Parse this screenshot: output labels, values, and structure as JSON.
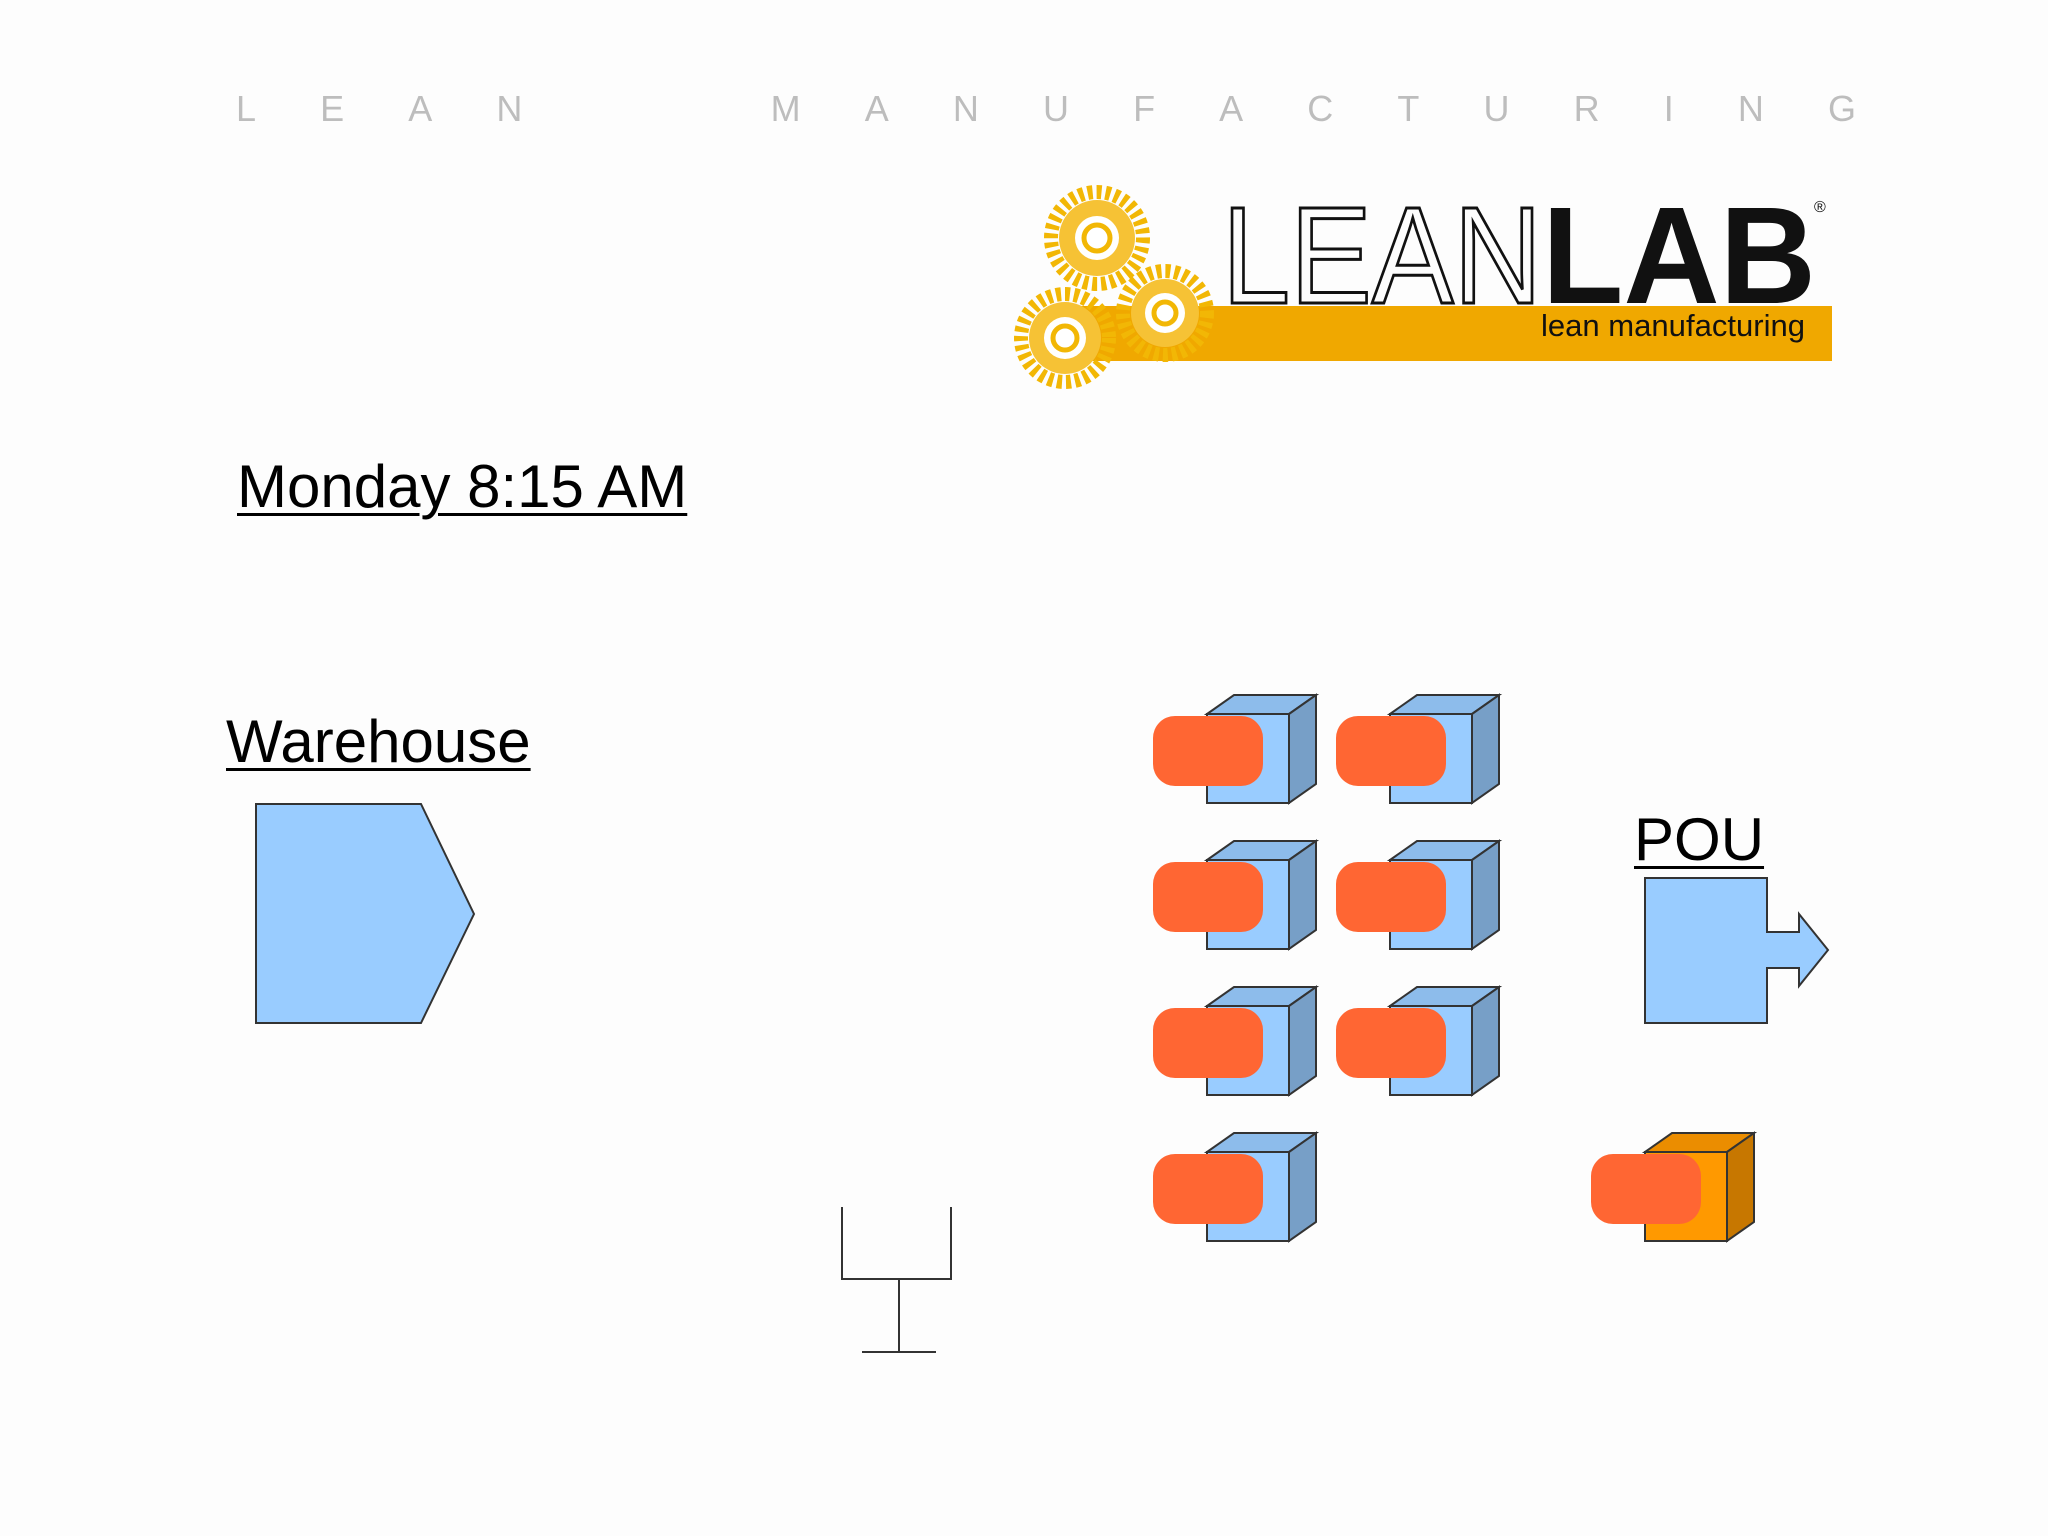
{
  "header": {
    "spaced_title_words": [
      [
        "L",
        "E",
        "A",
        "N"
      ],
      [
        "M",
        "A",
        "N",
        "U",
        "F",
        "A",
        "C",
        "T",
        "U",
        "R",
        "I",
        "N",
        "G"
      ]
    ]
  },
  "logo": {
    "word_light": "LEAN",
    "word_bold": "LAB",
    "trademark": "®",
    "tagline": "lean manufacturing",
    "colors": {
      "bar": "#f0a800",
      "gear": "#f2b705",
      "text": "#111111"
    }
  },
  "time_title": "Monday 8:15 AM",
  "warehouse": {
    "label": "Warehouse",
    "color": "#99ccff"
  },
  "pou": {
    "label": "POU",
    "color": "#99ccff"
  },
  "inventory": {
    "blue_box_color": "#99ccff",
    "orange_box_color": "#ff9900",
    "kanban_card_color": "#ff6633",
    "blue_box_count": 7,
    "orange_box_count": 1
  }
}
